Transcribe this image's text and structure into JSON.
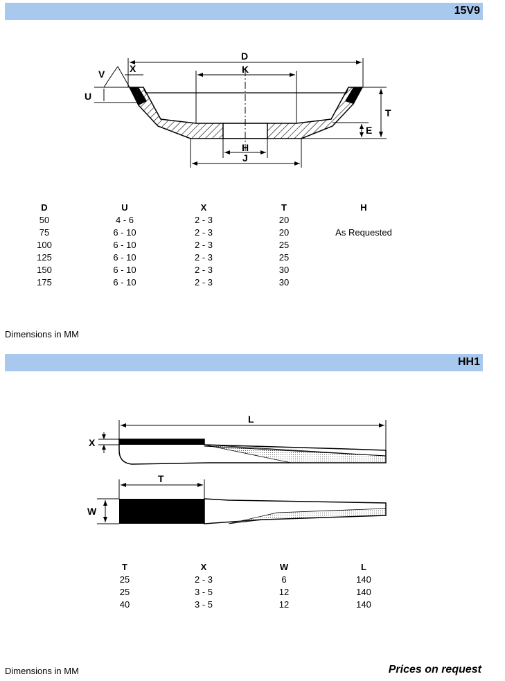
{
  "section1": {
    "code": "15V9",
    "diagram_labels": {
      "D": "D",
      "K": "K",
      "V": "V",
      "X": "X",
      "U": "U",
      "T": "T",
      "E": "E",
      "H": "H",
      "J": "J"
    },
    "columns": [
      "D",
      "U",
      "X",
      "T",
      "H"
    ],
    "rows": [
      [
        "50",
        "4 - 6",
        "2 - 3",
        "20"
      ],
      [
        "75",
        "6 - 10",
        "2 - 3",
        "20"
      ],
      [
        "100",
        "6 - 10",
        "2 - 3",
        "25"
      ],
      [
        "125",
        "6 - 10",
        "2 - 3",
        "25"
      ],
      [
        "150",
        "6 - 10",
        "2 - 3",
        "30"
      ],
      [
        "175",
        "6 - 10",
        "2 - 3",
        "30"
      ]
    ],
    "h_value": "As Requested",
    "note": "Dimensions in MM"
  },
  "section2": {
    "code": "HH1",
    "diagram_labels": {
      "L": "L",
      "X": "X",
      "T": "T",
      "W": "W"
    },
    "columns": [
      "T",
      "X",
      "W",
      "L"
    ],
    "rows": [
      [
        "25",
        "2 - 3",
        "6",
        "140"
      ],
      [
        "25",
        "3 - 5",
        "12",
        "140"
      ],
      [
        "40",
        "3 - 5",
        "12",
        "140"
      ]
    ],
    "note": "Dimensions in MM"
  },
  "footer": {
    "prices": "Prices on request"
  }
}
